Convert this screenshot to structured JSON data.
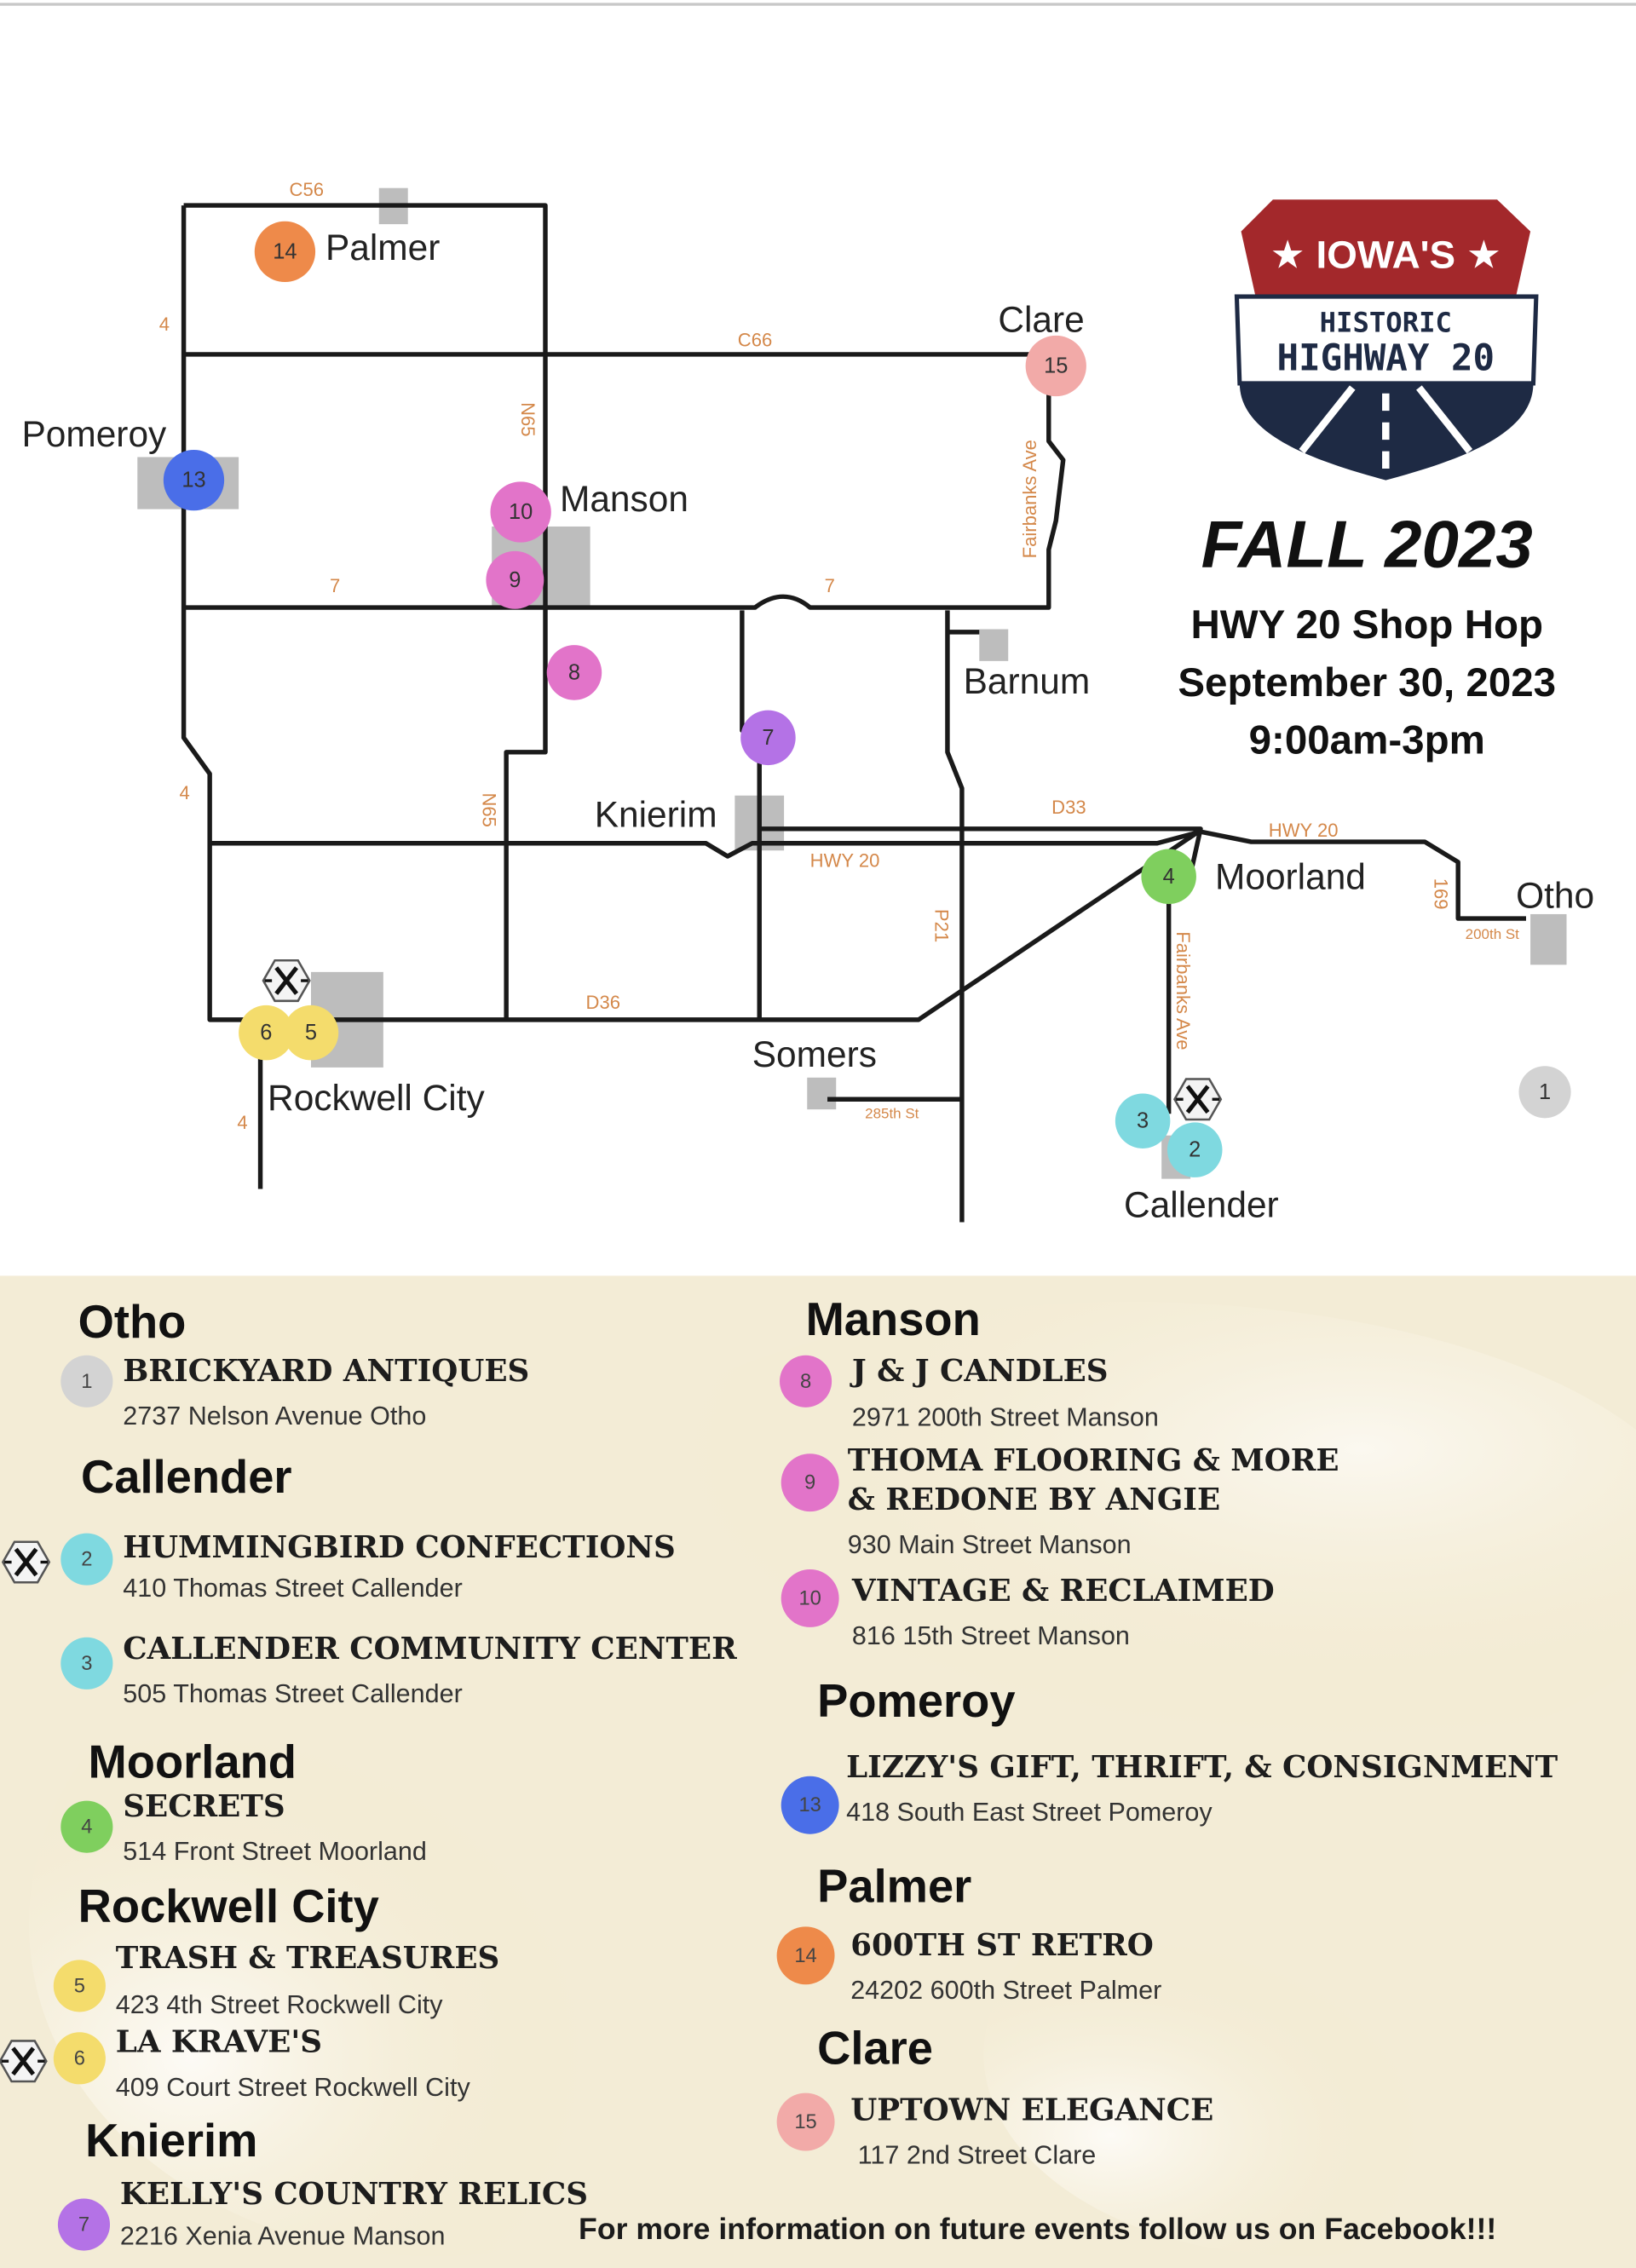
{
  "colors": {
    "road": "#1a1a1a",
    "road_label": "#d4884a",
    "town_block": "#bdbdbd",
    "legend_background": "#f3ecd6",
    "logo_red": "#a3282b",
    "logo_navy": "#1e2a44",
    "marker_colors": {
      "1": "#d3d3d3",
      "2": "#7fd9e0",
      "3": "#7fd9e0",
      "4": "#7fcf5e",
      "5": "#f4dc6c",
      "6": "#f4dc6c",
      "7": "#b472e6",
      "8": "#e274c9",
      "9": "#e274c9",
      "10": "#e274c9",
      "13": "#4a6ee8",
      "14": "#ee8a4a",
      "15": "#f2aaa8"
    }
  },
  "logo": {
    "top": "★ IOWA'S ★",
    "line1": "HISTORIC",
    "line2": "HIGHWAY 20"
  },
  "event": {
    "season": "FALL 2023",
    "name": "HWY 20 Shop Hop",
    "date": "September 30, 2023",
    "hours": "9:00am-3pm"
  },
  "map": {
    "towns": {
      "palmer": "Palmer",
      "clare": "Clare",
      "pomeroy": "Pomeroy",
      "manson": "Manson",
      "barnum": "Barnum",
      "knierim": "Knierim",
      "moorland": "Moorland",
      "otho": "Otho",
      "rockwell_city": "Rockwell City",
      "somers": "Somers",
      "callender": "Callender"
    },
    "roads": {
      "c56": "C56",
      "c66": "C66",
      "r4": "4",
      "n65": "N65",
      "r7": "7",
      "fairbanks": "Fairbanks Ave",
      "d33": "D33",
      "hwy20": "HWY 20",
      "p21": "P21",
      "d36": "D36",
      "r169": "169",
      "st200": "200th St",
      "st285": "285th St"
    },
    "markers": {
      "m1": "1",
      "m2": "2",
      "m3": "3",
      "m4": "4",
      "m5": "5",
      "m6": "6",
      "m7": "7",
      "m8": "8",
      "m9": "9",
      "m10": "10",
      "m13": "13",
      "m14": "14",
      "m15": "15"
    }
  },
  "legend": {
    "towns": {
      "otho": "Otho",
      "callender": "Callender",
      "moorland": "Moorland",
      "rockwell_city": "Rockwell City",
      "knierim": "Knierim",
      "manson": "Manson",
      "pomeroy": "Pomeroy",
      "palmer": "Palmer",
      "clare": "Clare"
    },
    "shops": [
      {
        "num": "1",
        "name": "BRICKYARD ANTIQUES",
        "address": "2737 Nelson Avenue Otho"
      },
      {
        "num": "2",
        "name": "HUMMINGBIRD CONFECTIONS",
        "address": "410 Thomas Street Callender"
      },
      {
        "num": "3",
        "name": "CALLENDER COMMUNITY CENTER",
        "address": "505 Thomas Street Callender"
      },
      {
        "num": "4",
        "name": "SECRETS",
        "address": "514 Front Street Moorland"
      },
      {
        "num": "5",
        "name": "TRASH & TREASURES",
        "address": "423 4th Street Rockwell City"
      },
      {
        "num": "6",
        "name": "LA KRAVE'S",
        "address": "409 Court Street Rockwell City"
      },
      {
        "num": "7",
        "name": "KELLY'S COUNTRY RELICS",
        "address": "2216 Xenia Avenue Manson"
      },
      {
        "num": "8",
        "name": "J & J CANDLES",
        "address": "2971 200th Street Manson"
      },
      {
        "num": "9",
        "name": "THOMA FLOORING & MORE",
        "name2": "& REDONE BY ANGIE",
        "address": "930 Main Street Manson"
      },
      {
        "num": "10",
        "name": "VINTAGE & RECLAIMED",
        "address": "816 15th Street Manson"
      },
      {
        "num": "13",
        "name": "LIZZY'S GIFT, THRIFT, & CONSIGNMENT",
        "address": "418 South East Street Pomeroy"
      },
      {
        "num": "14",
        "name": "600TH ST RETRO",
        "address": "24202 600th Street Palmer"
      },
      {
        "num": "15",
        "name": "UPTOWN ELEGANCE",
        "address": "117 2nd Street Clare"
      }
    ],
    "footer": "For more information on future events follow us on Facebook!!!"
  }
}
